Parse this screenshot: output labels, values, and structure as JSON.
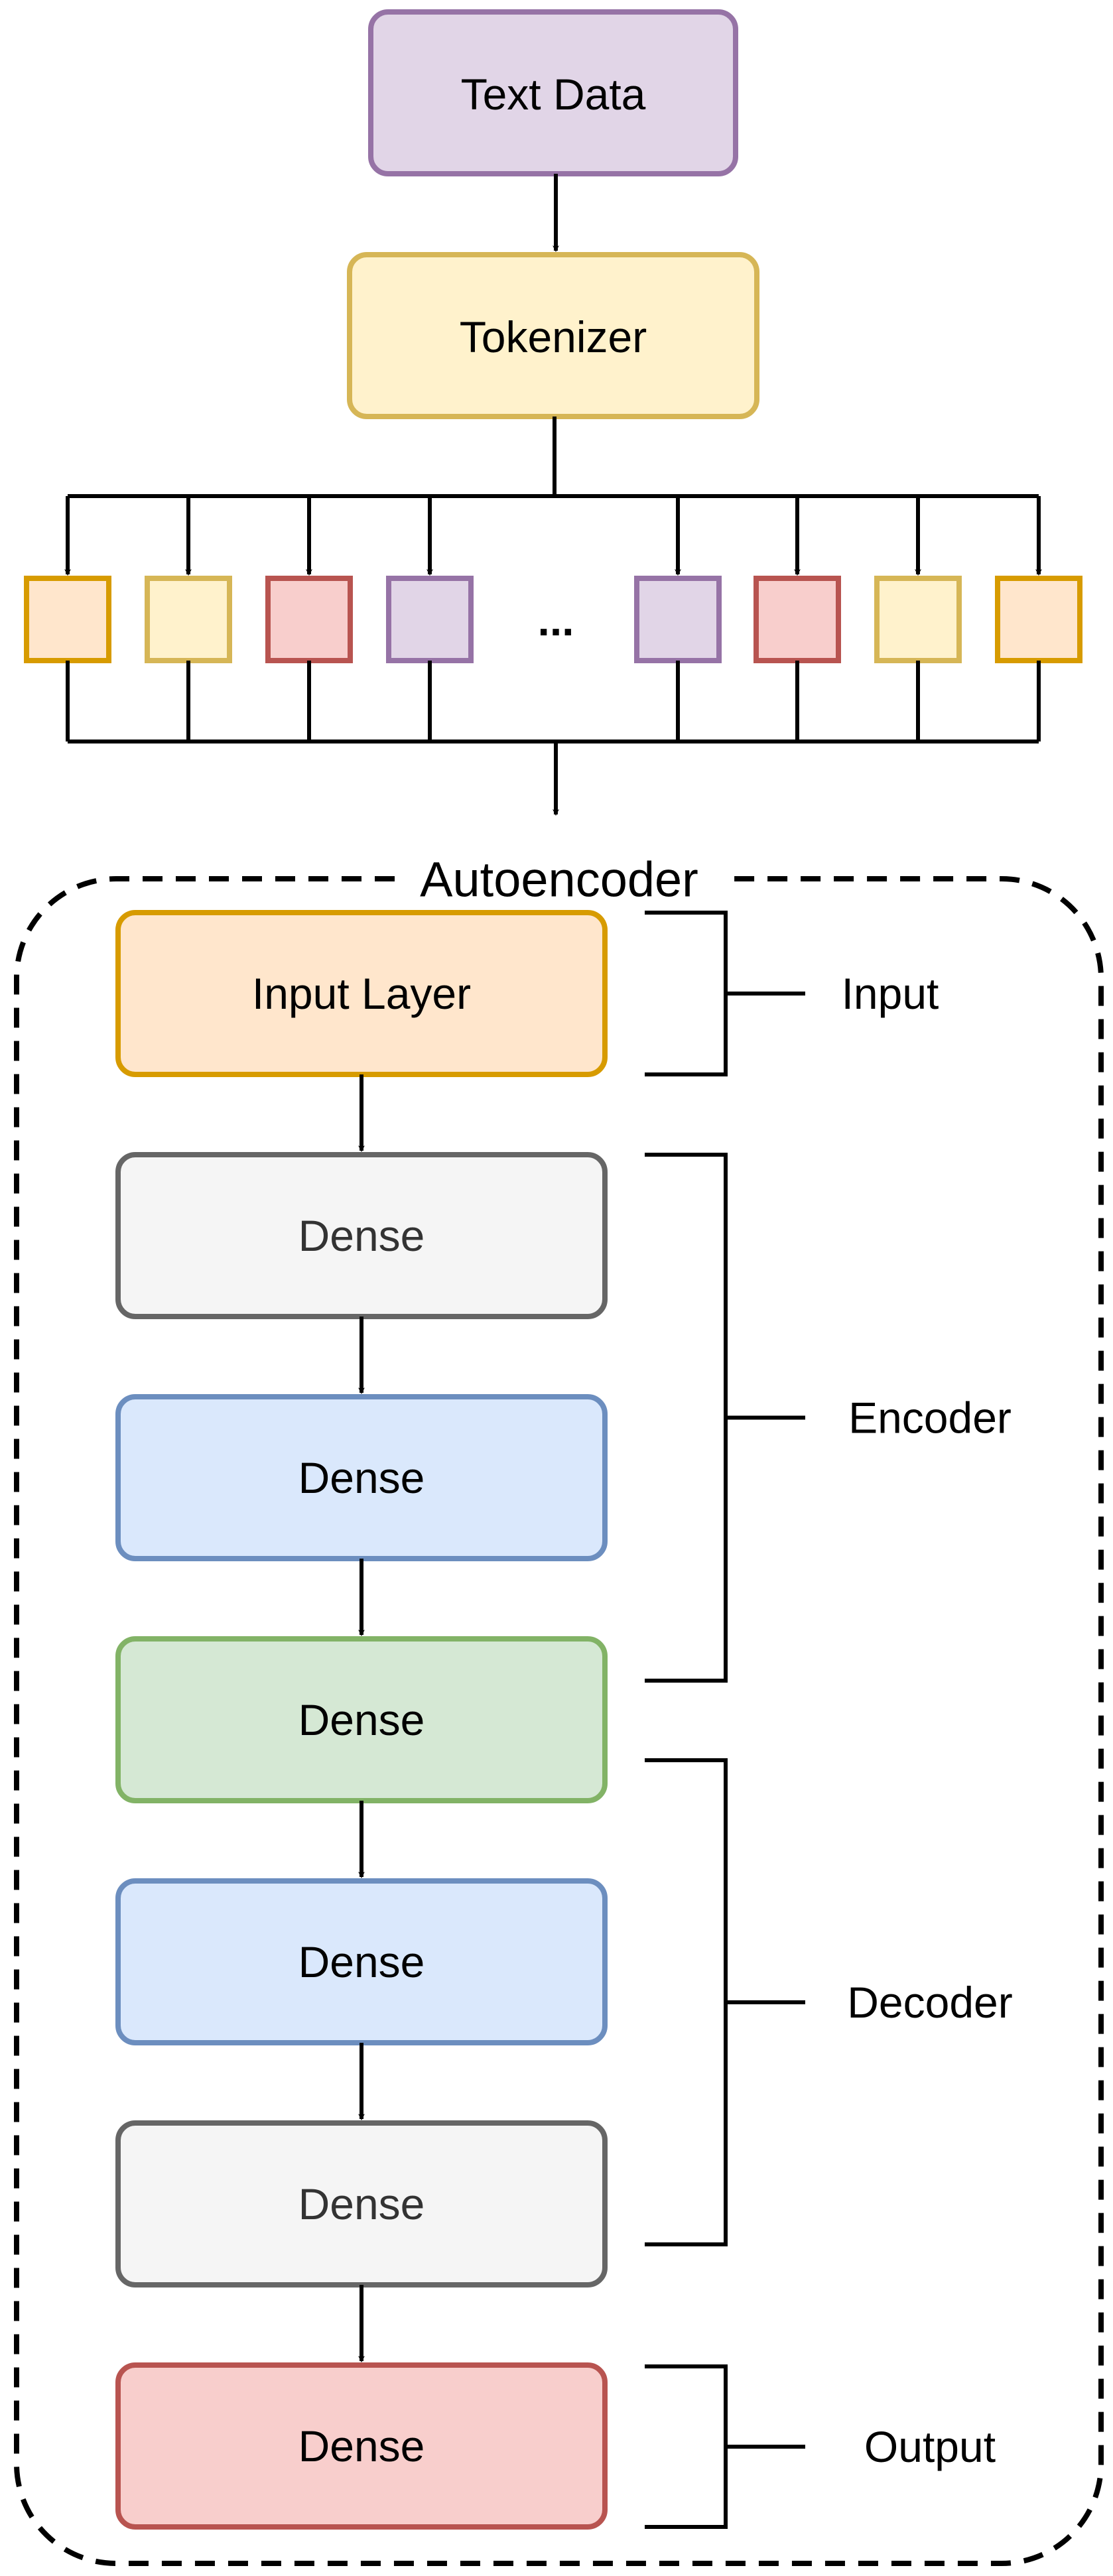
{
  "diagram": {
    "source_label": "Text Data",
    "tokenizer_label": "Tokenizer",
    "ellipsis": "...",
    "container_title": "Autoencoder",
    "layers": [
      {
        "label": "Input Layer",
        "fill": "#ffe6cc",
        "stroke": "#d79b00",
        "text_color": "#000000"
      },
      {
        "label": "Dense",
        "fill": "#f5f5f5",
        "stroke": "#666666",
        "text_color": "#333333"
      },
      {
        "label": "Dense",
        "fill": "#dae8fc",
        "stroke": "#6c8ebf",
        "text_color": "#000000"
      },
      {
        "label": "Dense",
        "fill": "#d5e8d4",
        "stroke": "#82b366",
        "text_color": "#000000"
      },
      {
        "label": "Dense",
        "fill": "#dae8fc",
        "stroke": "#6c8ebf",
        "text_color": "#000000"
      },
      {
        "label": "Dense",
        "fill": "#f5f5f5",
        "stroke": "#666666",
        "text_color": "#333333"
      },
      {
        "label": "Dense",
        "fill": "#f8cecc",
        "stroke": "#b85450",
        "text_color": "#000000"
      }
    ],
    "groups": [
      {
        "label": "Input"
      },
      {
        "label": "Encoder"
      },
      {
        "label": "Decoder"
      },
      {
        "label": "Output"
      }
    ],
    "tokens": [
      {
        "fill": "#ffe6cc",
        "stroke": "#d79b00"
      },
      {
        "fill": "#fff2cc",
        "stroke": "#d6b656"
      },
      {
        "fill": "#f8cecc",
        "stroke": "#b85450"
      },
      {
        "fill": "#e1d5e7",
        "stroke": "#9673a6"
      },
      {
        "fill": "#e1d5e7",
        "stroke": "#9673a6"
      },
      {
        "fill": "#f8cecc",
        "stroke": "#b85450"
      },
      {
        "fill": "#fff2cc",
        "stroke": "#d6b656"
      },
      {
        "fill": "#ffe6cc",
        "stroke": "#d79b00"
      }
    ],
    "colors": {
      "source_fill": "#e1d5e7",
      "source_stroke": "#9673a6",
      "tokenizer_fill": "#fff2cc",
      "tokenizer_stroke": "#d6b656",
      "line": "#000000"
    }
  }
}
